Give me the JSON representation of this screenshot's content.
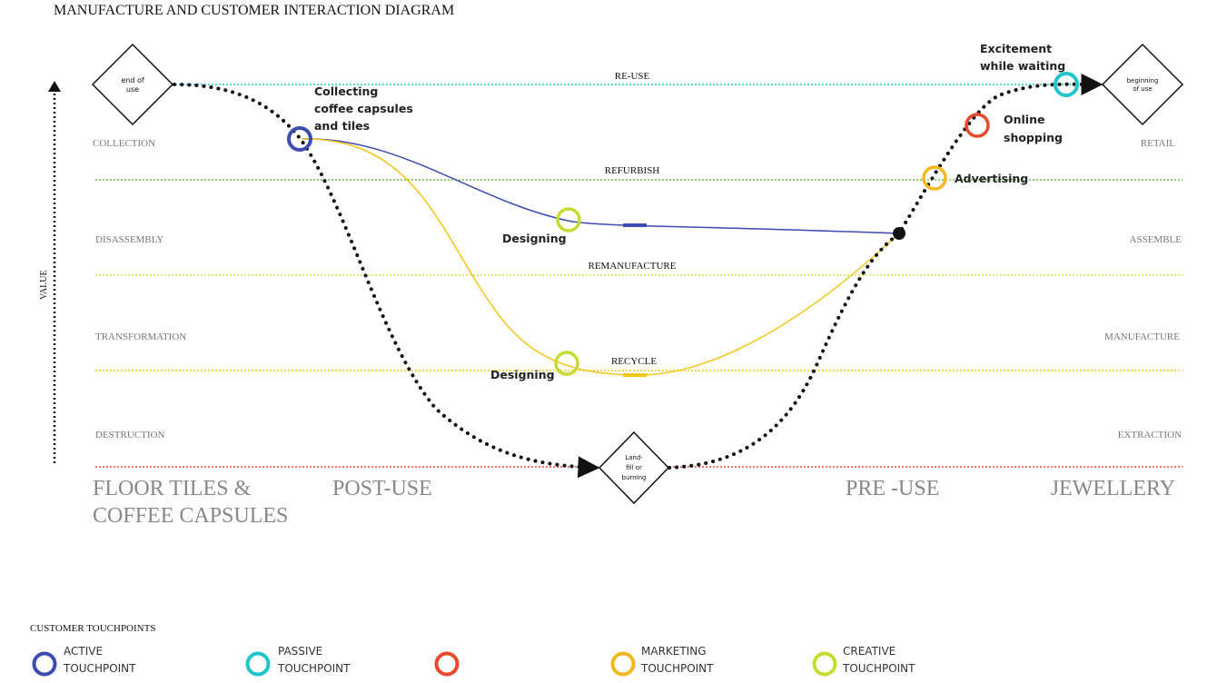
{
  "title": "MANUFACTURE AND CUSTOMER INTERACTION DIAGRAM",
  "axis_label": "VALUE",
  "levels": {
    "reuse": "RE-USE",
    "refurbish": "REFURBISH",
    "remanufacture": "REMANUFACTURE",
    "recycle": "RECYCLE"
  },
  "left_stages": {
    "collection": "COLLECTION",
    "disassembly": "DISASSEMBLY",
    "transformation": "TRANSFORMATION",
    "destruction": "DESTRUCTION"
  },
  "right_stages": {
    "retail": "RETAIL",
    "assemble": "ASSEMBLE",
    "manufacture": "MANUFACTURE",
    "extraction": "EXTRACTION"
  },
  "nodes": {
    "end_of_use": {
      "line1": "end of",
      "line2": "use"
    },
    "beginning_of_use": {
      "line1": "beginning",
      "line2": "of use"
    },
    "landfill": {
      "line1": "Land-",
      "line2": "fill or",
      "line3": "burning"
    }
  },
  "touchpoints": {
    "collecting": {
      "line1": "Collecting",
      "line2": "coffee capsules",
      "line3": "and tiles"
    },
    "designing_upper": "Designing",
    "designing_lower": "Designing",
    "advertising": "Advertising",
    "online": {
      "line1": "Online",
      "line2": "shopping"
    },
    "excitement": {
      "line1": "Excitement",
      "line2": "while waiting"
    }
  },
  "phases": {
    "left_product_line1": "FLOOR TILES &",
    "left_product_line2": "COFFEE CAPSULES",
    "post_use": "POST-USE",
    "pre_use": "PRE -USE",
    "right_product": "JEWELLERY"
  },
  "legend": {
    "title": "CUSTOMER TOUCHPOINTS",
    "active": {
      "line1": "ACTIVE",
      "line2": "TOUCHPOINT"
    },
    "passive": {
      "line1": "PASSIVE",
      "line2": "TOUCHPOINT"
    },
    "marketing": {
      "line1": "MARKETING",
      "line2": "TOUCHPOINT"
    },
    "creative": {
      "line1": "CREATIVE",
      "line2": "TOUCHPOINT"
    }
  },
  "colors": {
    "active": "#3b4bb0",
    "passive": "#1fc4cc",
    "red": "#e8482b",
    "marketing": "#f5b81c",
    "creative": "#c5db34",
    "reuse_line": "#1fc4cc",
    "refurbish_line": "#6cc644",
    "remanufacture_line": "#d4e04a",
    "recycle_line": "#f5c518",
    "landfill_line": "#e8482b",
    "flow_blue": "#3b4bb0",
    "flow_yellow": "#f5c518"
  }
}
